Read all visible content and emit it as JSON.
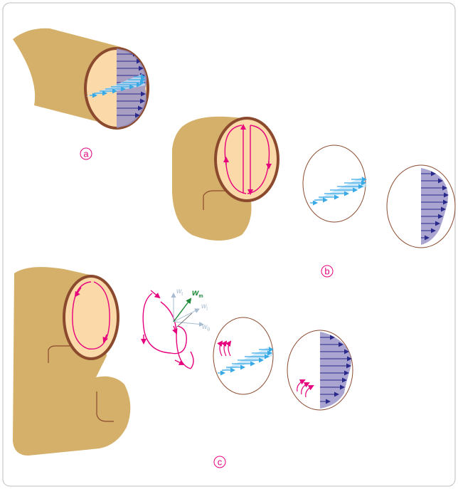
{
  "panels": [
    {
      "id": "a",
      "label": "a"
    },
    {
      "id": "b",
      "label": "b"
    },
    {
      "id": "c",
      "label": "c"
    }
  ],
  "vectors": {
    "main": {
      "symbol": "w",
      "sub": "m"
    },
    "t": {
      "symbol": "w",
      "sub": "t"
    },
    "l": {
      "symbol": "w",
      "sub": "l"
    },
    "theta": {
      "symbol": "w",
      "sub": "θ"
    }
  },
  "colors": {
    "pipe": "#d4b06a",
    "pipe_inner": "#fbd9a8",
    "rim": "#8b4a2e",
    "magenta": "#e6007e",
    "cyan": "#39a9e6",
    "navy": "#2a2a8c",
    "purple_fill": "#9a94c8",
    "green": "#1f8a3a",
    "frame": "#bdbdbd"
  }
}
